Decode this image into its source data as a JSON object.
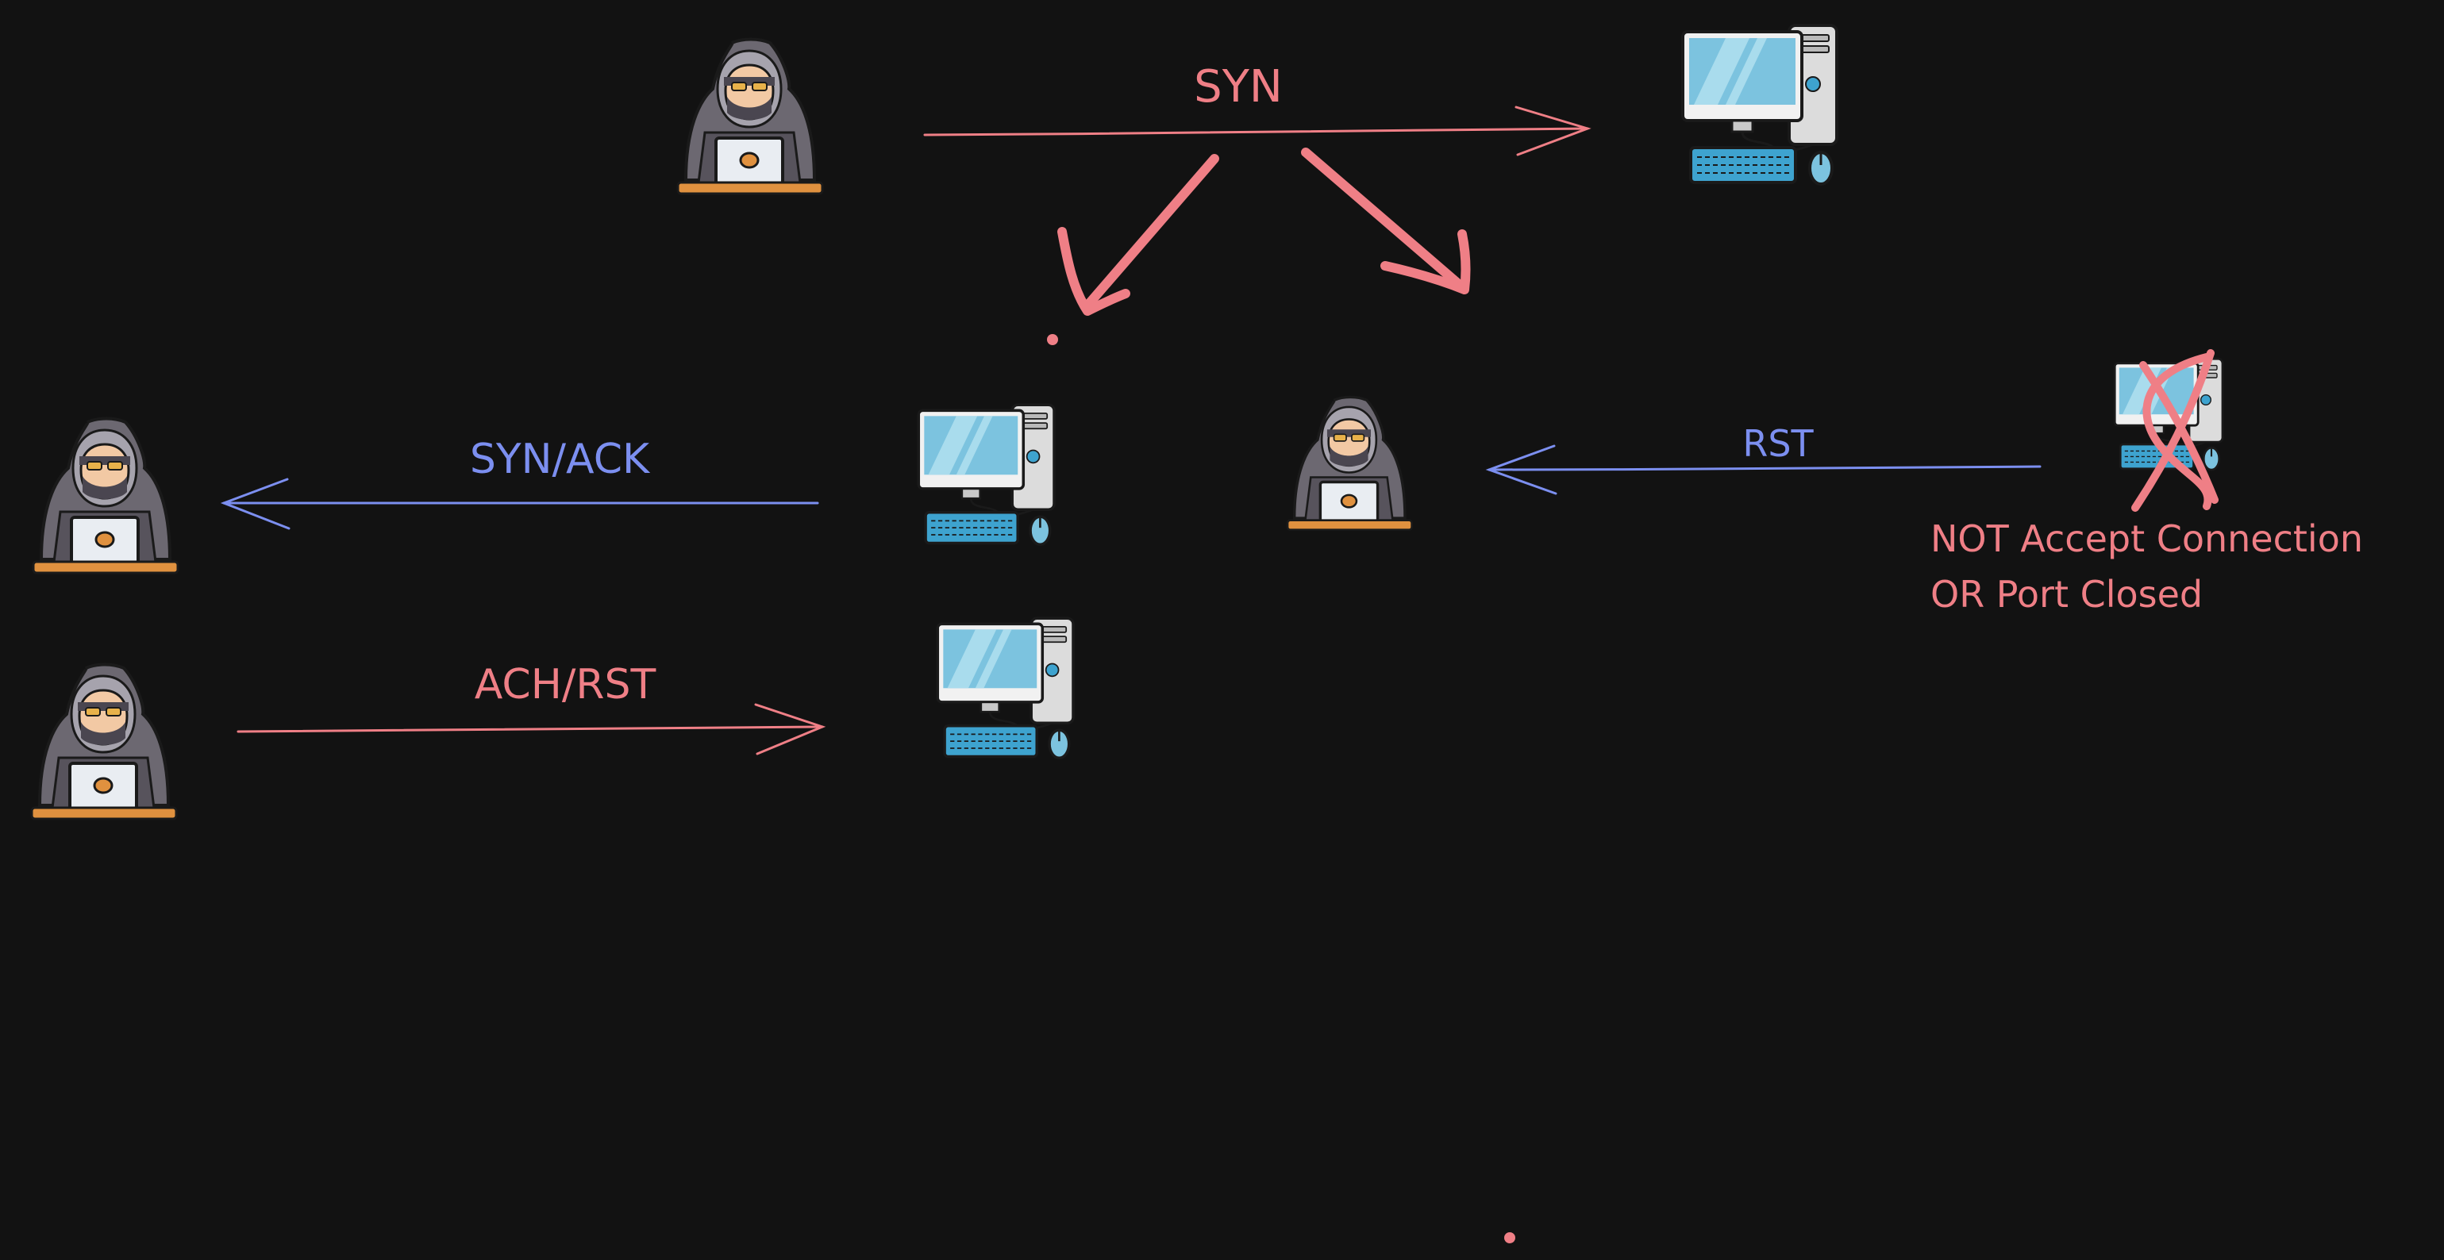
{
  "labels": {
    "syn": "SYN",
    "syn_ack": "SYN/ACK",
    "ack_rst": "ACH/RST",
    "rst": "RST",
    "closed_line1": "NOT Accept Connection",
    "closed_line2": "OR Port Closed"
  },
  "colors": {
    "background": "#121212",
    "red": "#ef7f86",
    "blue": "#7c8ff0",
    "hood": "#6c6871",
    "hood_dark": "#57535c",
    "face": "#f2c9a4",
    "laptop": "#e9edf2",
    "desk": "#e0913f",
    "screen": "#7cc3df",
    "case": "#dcdcdc",
    "keyboard": "#3ea3cf"
  },
  "icons": {
    "hacker": "hacker-icon",
    "computer": "computer-icon"
  }
}
